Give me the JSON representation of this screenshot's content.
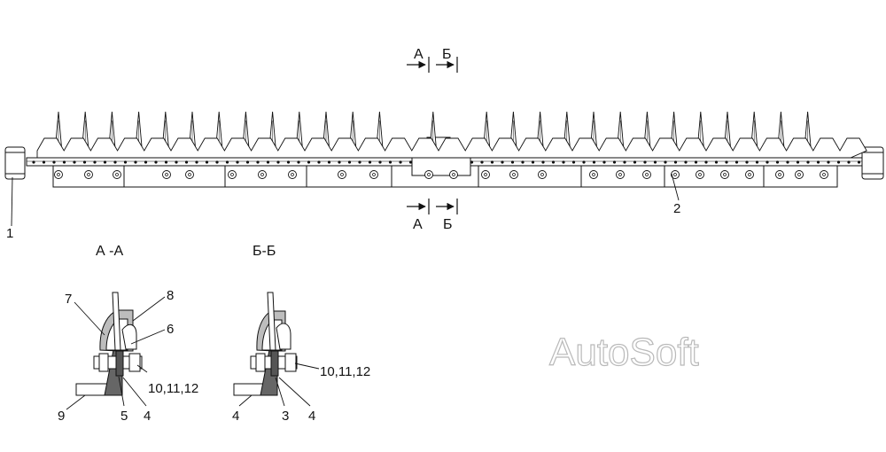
{
  "cutting_bar": {
    "section_markers_top": [
      "А",
      "Б"
    ],
    "section_markers_bottom": [
      "А",
      "Б"
    ],
    "callouts": [
      "1",
      "2"
    ]
  },
  "section_aa": {
    "title": "А -А",
    "callouts": [
      "7",
      "8",
      "6",
      "10,11,12",
      "9",
      "5",
      "4"
    ]
  },
  "section_bb": {
    "title": "Б-Б",
    "callouts": [
      "10,11,12",
      "4",
      "3",
      "4"
    ]
  },
  "watermark": "AutoSoft"
}
